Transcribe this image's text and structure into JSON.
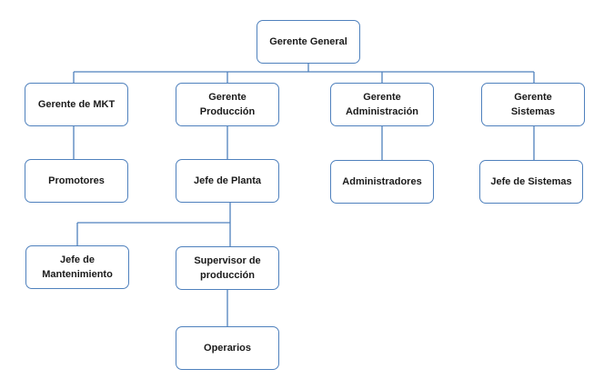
{
  "org_chart": {
    "nodes": {
      "gerente_general": {
        "lines": [
          "Gerente General"
        ]
      },
      "gerente_mkt": {
        "lines": [
          "Gerente de MKT"
        ]
      },
      "gerente_produccion": {
        "lines": [
          "Gerente",
          "Producción"
        ]
      },
      "gerente_admin": {
        "lines": [
          "Gerente",
          "Administración"
        ]
      },
      "gerente_sistemas": {
        "lines": [
          "Gerente",
          "Sistemas"
        ]
      },
      "promotores": {
        "lines": [
          "Promotores"
        ]
      },
      "jefe_planta": {
        "lines": [
          "Jefe de Planta"
        ]
      },
      "administradores": {
        "lines": [
          "Administradores"
        ]
      },
      "jefe_sistemas": {
        "lines": [
          "Jefe de Sistemas"
        ]
      },
      "jefe_mantenimiento": {
        "lines": [
          "Jefe de",
          "Mantenimiento"
        ]
      },
      "supervisor": {
        "lines": [
          "Supervisor de",
          "producción"
        ]
      },
      "operarios": {
        "lines": [
          "Operarios"
        ]
      }
    },
    "edges": [
      [
        "gerente_general",
        "gerente_mkt"
      ],
      [
        "gerente_general",
        "gerente_produccion"
      ],
      [
        "gerente_general",
        "gerente_admin"
      ],
      [
        "gerente_general",
        "gerente_sistemas"
      ],
      [
        "gerente_mkt",
        "promotores"
      ],
      [
        "gerente_produccion",
        "jefe_planta"
      ],
      [
        "gerente_admin",
        "administradores"
      ],
      [
        "gerente_sistemas",
        "jefe_sistemas"
      ],
      [
        "jefe_planta",
        "jefe_mantenimiento"
      ],
      [
        "jefe_planta",
        "supervisor"
      ],
      [
        "supervisor",
        "operarios"
      ]
    ],
    "colors": {
      "box_border": "#4f81bd",
      "connector": "#4f81bd",
      "text": "#1a1a1a"
    }
  }
}
